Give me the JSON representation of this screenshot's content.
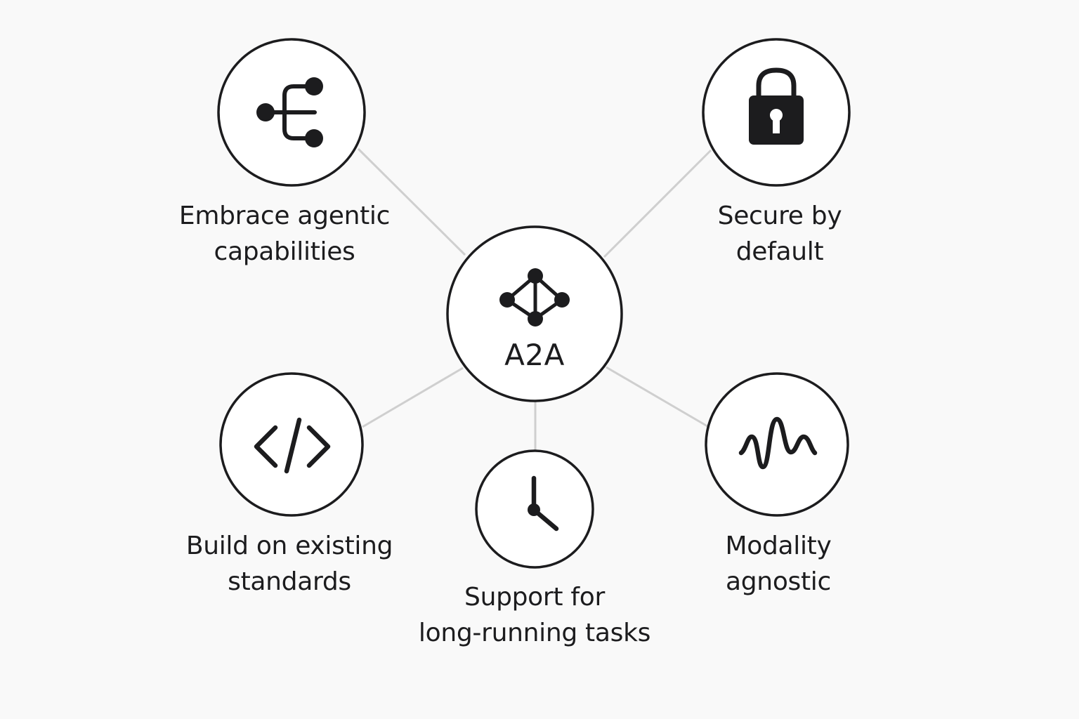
{
  "diagram": {
    "center": {
      "title": "A2A",
      "icon": "network-graph-icon"
    },
    "nodes": [
      {
        "id": "agentic",
        "icon": "branch-tree-icon",
        "label_lines": [
          "Embrace agentic",
          "capabilities"
        ]
      },
      {
        "id": "secure",
        "icon": "padlock-icon",
        "label_lines": [
          "Secure by",
          "default"
        ]
      },
      {
        "id": "standards",
        "icon": "code-brackets-icon",
        "label_lines": [
          "Build on existing",
          "standards"
        ]
      },
      {
        "id": "long-running",
        "icon": "clock-icon",
        "label_lines": [
          "Support for",
          "long-running tasks"
        ]
      },
      {
        "id": "modality",
        "icon": "waveform-icon",
        "label_lines": [
          "Modality",
          "agnostic"
        ]
      }
    ],
    "colors": {
      "background": "#f9f9f9",
      "ink": "#1c1c1e",
      "connector": "#cfcfcf",
      "node_fill": "#ffffff"
    }
  }
}
